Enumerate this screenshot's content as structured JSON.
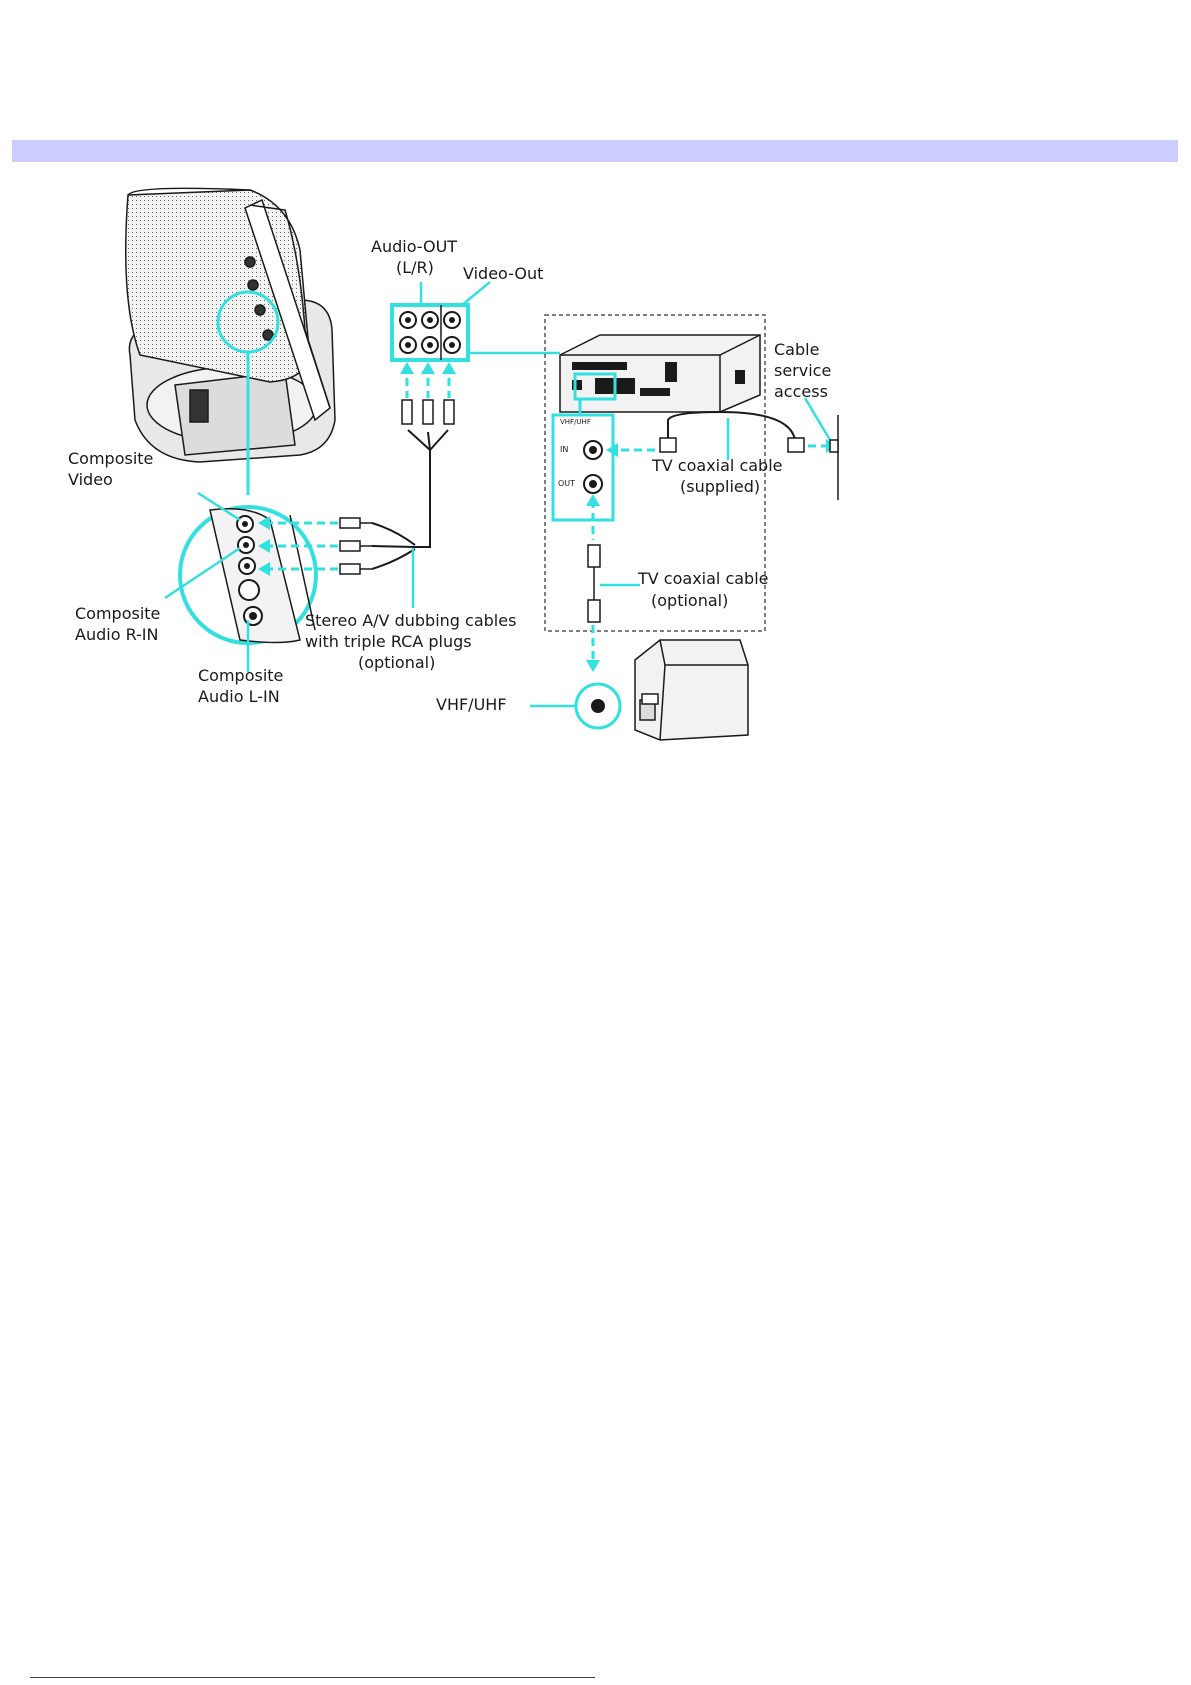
{
  "labels": {
    "audio_out_line1": "Audio-OUT",
    "audio_out_line2": "(L/R)",
    "video_out": "Video-Out",
    "cable_service_line1": "Cable",
    "cable_service_line2": "service",
    "cable_service_line3": "access",
    "composite_video_line1": "Composite",
    "composite_video_line2": "Video",
    "tv_coax_supplied_line1": "TV coaxial cable",
    "tv_coax_supplied_line2": "(supplied)",
    "tv_coax_optional_line1": "TV coaxial cable",
    "tv_coax_optional_line2": "(optional)",
    "composite_audio_r_line1": "Composite",
    "composite_audio_r_line2": "Audio R-IN",
    "stereo_av_line1": "Stereo A/V dubbing cables",
    "stereo_av_line2": "with triple RCA plugs",
    "stereo_av_line3": "(optional)",
    "composite_audio_l_line1": "Composite",
    "composite_audio_l_line2": "Audio L-IN",
    "vhf_uhf": "VHF/UHF",
    "vcr_panel_vhf_uhf": "VHF/UHF",
    "vcr_panel_in": "IN",
    "vcr_panel_out": "OUT"
  },
  "colors": {
    "accent": "#33e0e0",
    "header_bar": "#ccccff",
    "line": "#1a1a1a"
  },
  "icons": [
    "computer-icon",
    "vcr-icon",
    "tv-icon",
    "wall-jack-icon",
    "rca-plug-icon",
    "coax-connector-icon"
  ]
}
